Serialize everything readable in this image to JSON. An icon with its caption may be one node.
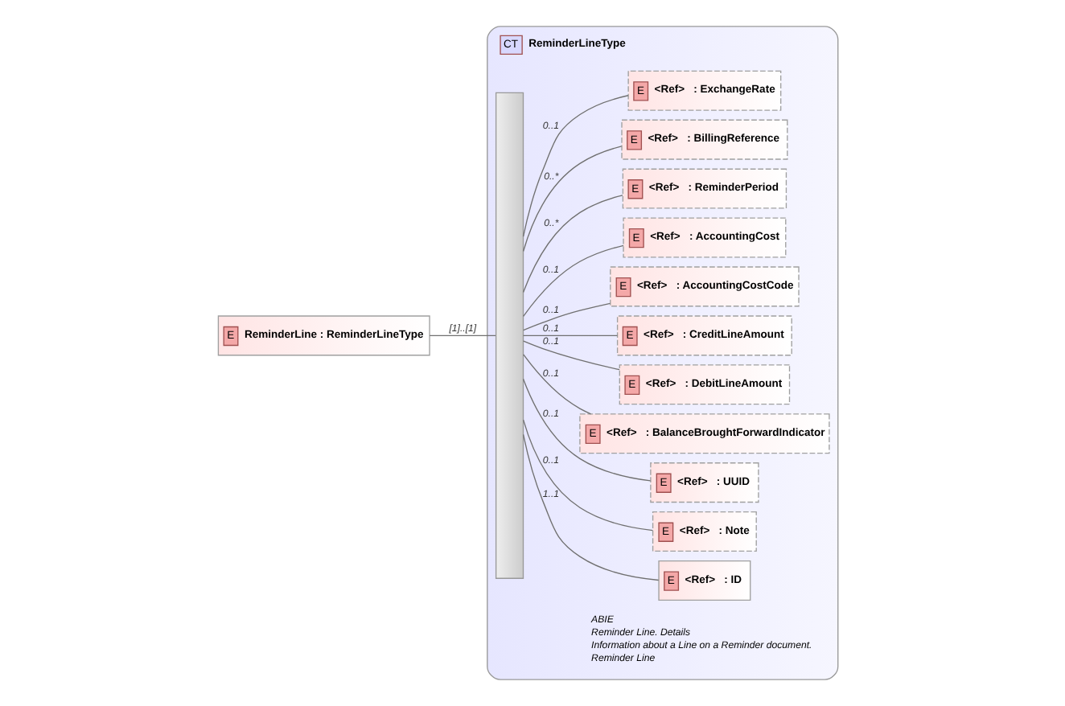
{
  "diagram": {
    "nodes": [
      {
        "text": [
          "E",
          "ReminderLine : ReminderLineType"
        ]
      },
      {
        "text": [
          "CT",
          "ReminderLineType"
        ]
      },
      {
        "text": [],
        "shape": "bar",
        "in": 1
      },
      {
        "text": [
          "E",
          "<Ref>",
          ": ID"
        ],
        "in": 1
      },
      {
        "text": [
          "E",
          "<Ref>",
          ": Note"
        ],
        "in": 1
      },
      {
        "text": [
          "E",
          "<Ref>",
          ": UUID"
        ],
        "in": 1
      },
      {
        "text": [
          "E",
          "<Ref>",
          ": BalanceBroughtForwardIndicator"
        ],
        "in": 1
      },
      {
        "text": [
          "E",
          "<Ref>",
          ": DebitLineAmount"
        ],
        "in": 1
      },
      {
        "text": [
          "E",
          "<Ref>",
          ": CreditLineAmount"
        ],
        "in": 1
      },
      {
        "text": [
          "E",
          "<Ref>",
          ": AccountingCostCode"
        ],
        "in": 1
      },
      {
        "text": [
          "E",
          "<Ref>",
          ": AccountingCost"
        ],
        "in": 1
      },
      {
        "text": [
          "E",
          "<Ref>",
          ": ReminderPeriod"
        ],
        "in": 1
      },
      {
        "text": [
          "E",
          "<Ref>",
          ": BillingReference"
        ],
        "in": 1
      },
      {
        "text": [
          "E",
          "<Ref>",
          ": ExchangeRate"
        ],
        "in": 1
      }
    ],
    "edges": [
      {
        "from": 0,
        "to": 2,
        "arrow": "none",
        "label": "[1]..[1]"
      },
      {
        "from": 2,
        "to": 3,
        "arrow": "none",
        "label": "1..1"
      },
      {
        "from": 2,
        "to": 4,
        "arrow": "none",
        "label": "0..1"
      },
      {
        "from": 2,
        "to": 5,
        "arrow": "none",
        "label": "0..1"
      },
      {
        "from": 2,
        "to": 6,
        "arrow": "none",
        "label": "0..1"
      },
      {
        "from": 2,
        "to": 7,
        "arrow": "none",
        "label": "0..1"
      },
      {
        "from": 2,
        "to": 8,
        "arrow": "none",
        "label": "0..1"
      },
      {
        "from": 2,
        "to": 9,
        "arrow": "none",
        "label": "0..1"
      },
      {
        "from": 2,
        "to": 10,
        "arrow": "none",
        "label": "0..1"
      },
      {
        "from": 2,
        "to": 11,
        "arrow": "none",
        "label": "0..*"
      },
      {
        "from": 2,
        "to": 12,
        "arrow": "none",
        "label": "0..*"
      },
      {
        "from": 2,
        "to": 13,
        "arrow": "none",
        "label": "0..1"
      }
    ],
    "labels": [
      "ABIE",
      "Reminder Line. Details",
      "Information about a Line on a Reminder document.",
      "Reminder Line"
    ]
  }
}
